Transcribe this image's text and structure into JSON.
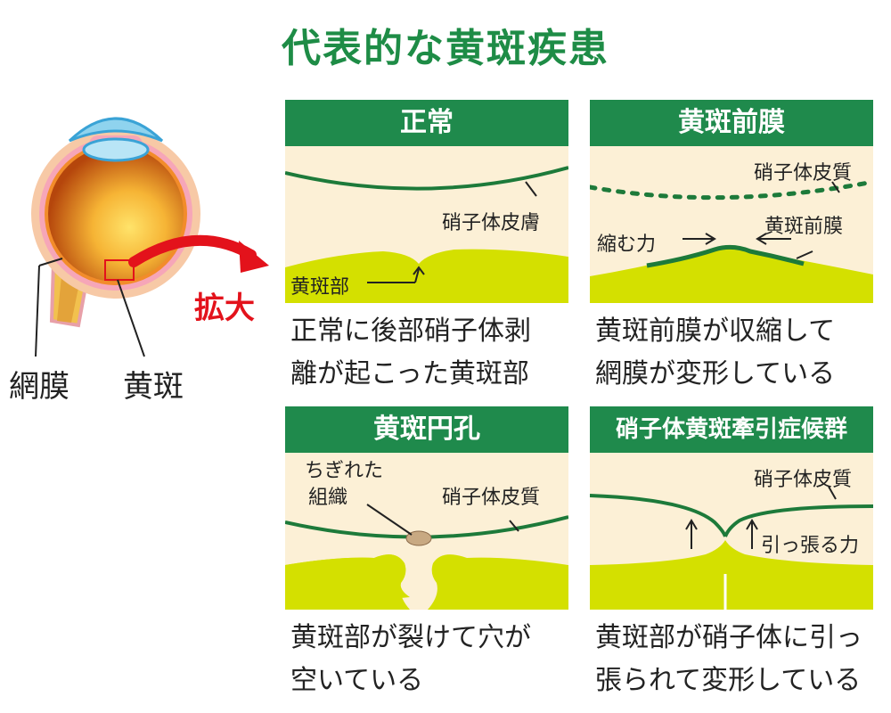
{
  "title": "代表的な黄斑疾患",
  "eye": {
    "retina_label": "網膜",
    "macula_label": "黄斑",
    "enlarge_label": "拡大"
  },
  "panels": [
    {
      "heading": "正常",
      "labels": {
        "vitreous": "硝子体皮膚",
        "macula": "黄斑部"
      },
      "caption_line1": "正常に後部硝子体剥",
      "caption_line2": "離が起こった黄斑部"
    },
    {
      "heading": "黄斑前膜",
      "labels": {
        "vitreous": "硝子体皮質",
        "membrane": "黄斑前膜",
        "force": "縮む力"
      },
      "caption_line1": "黄斑前膜が収縮して",
      "caption_line2": "網膜が変形している"
    },
    {
      "heading": "黄斑円孔",
      "labels": {
        "torn1": "ちぎれた",
        "torn2": "組織",
        "vitreous": "硝子体皮質"
      },
      "caption_line1": "黄斑部が裂けて穴が",
      "caption_line2": "空いている"
    },
    {
      "heading": "硝子体黄斑牽引症候群",
      "labels": {
        "vitreous": "硝子体皮質",
        "force": "引っ張る力"
      },
      "caption_line1": "黄斑部が硝子体に引っ",
      "caption_line2": "張られて変形している"
    }
  ],
  "colors": {
    "title_green": "#1e8c46",
    "header_green": "#1f8a4c",
    "scene_bg": "#fcf0d6",
    "retina_yellow": "#d4e000",
    "vitreous_line": "#1d7a3a",
    "arrow_red": "#e3121b"
  }
}
